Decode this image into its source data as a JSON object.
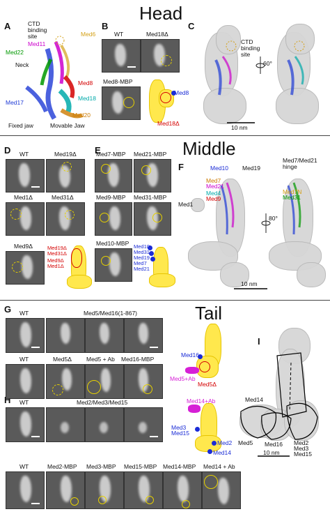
{
  "sections": {
    "head": "Head",
    "middle": "Middle",
    "tail": "Tail"
  },
  "panel_letters": [
    "A",
    "B",
    "C",
    "D",
    "E",
    "F",
    "G",
    "H",
    "I"
  ],
  "panel_a": {
    "labels": [
      "CTD binding site",
      "Med6",
      "Med11",
      "Med22",
      "Neck",
      "Med8",
      "Med18",
      "Med17",
      "Med20",
      "Fixed jaw",
      "Movable Jaw"
    ],
    "colors": {
      "Med6": "#d4a017",
      "Med11": "#cc00cc",
      "Med22": "#009900",
      "Med8": "#d40000",
      "Med18": "#00aaaa",
      "Med17": "#1e3ad6",
      "Med20": "#cc7a00"
    }
  },
  "panel_b": {
    "cells": [
      "WT",
      "Med18Δ",
      "Med8-MBP"
    ],
    "diagram_labels": [
      "Med8",
      "Med18Δ"
    ]
  },
  "panel_c": {
    "labels": [
      "CTD binding site",
      "60°",
      "10 nm"
    ]
  },
  "panel_d": {
    "cells": [
      "WT",
      "Med19Δ",
      "Med1Δ",
      "Med31Δ",
      "Med9Δ"
    ],
    "diagram_labels": [
      "Med19Δ",
      "Med31Δ",
      "Med9Δ",
      "Med1Δ"
    ]
  },
  "panel_e": {
    "cells": [
      "Med7-MBP",
      "Med21-MBP",
      "Med9-MBP",
      "Med31-MBP",
      "Med10-MBP"
    ],
    "diagram_labels": [
      "Med10",
      "Med31",
      "Med19",
      "Med7",
      "Med21"
    ]
  },
  "panel_f": {
    "labels": [
      "Med10",
      "Med19",
      "Med7/Med21 hinge",
      "Med7",
      "Med21",
      "Med4",
      "Med9",
      "Med7N",
      "Med31",
      "Med1",
      "80°",
      "10 nm"
    ]
  },
  "panel_g": {
    "row1_cells": [
      "WT"
    ],
    "row1_header": "Med5/Med16(1-867)",
    "row2_cells": [
      "WT",
      "Med5Δ",
      "Med5 + Ab",
      "Med16-MBP"
    ],
    "diagram_labels": [
      "Med16",
      "Med5+Ab",
      "Med5Δ"
    ]
  },
  "panel_h": {
    "row1_cells": [
      "WT"
    ],
    "row1_header": "Med2/Med3/Med15",
    "row2_cells": [
      "WT",
      "Med2-MBP",
      "Med3-MBP",
      "Med15-MBP",
      "Med14-MBP",
      "Med14 + Ab"
    ],
    "diagram_labels": [
      "Med14+Ab",
      "Med3",
      "Med15",
      "Med2",
      "Med14"
    ]
  },
  "panel_i": {
    "labels": [
      "Med14",
      "Med5",
      "Med16",
      "Med2",
      "Med3",
      "Med15",
      "10 nm"
    ]
  }
}
